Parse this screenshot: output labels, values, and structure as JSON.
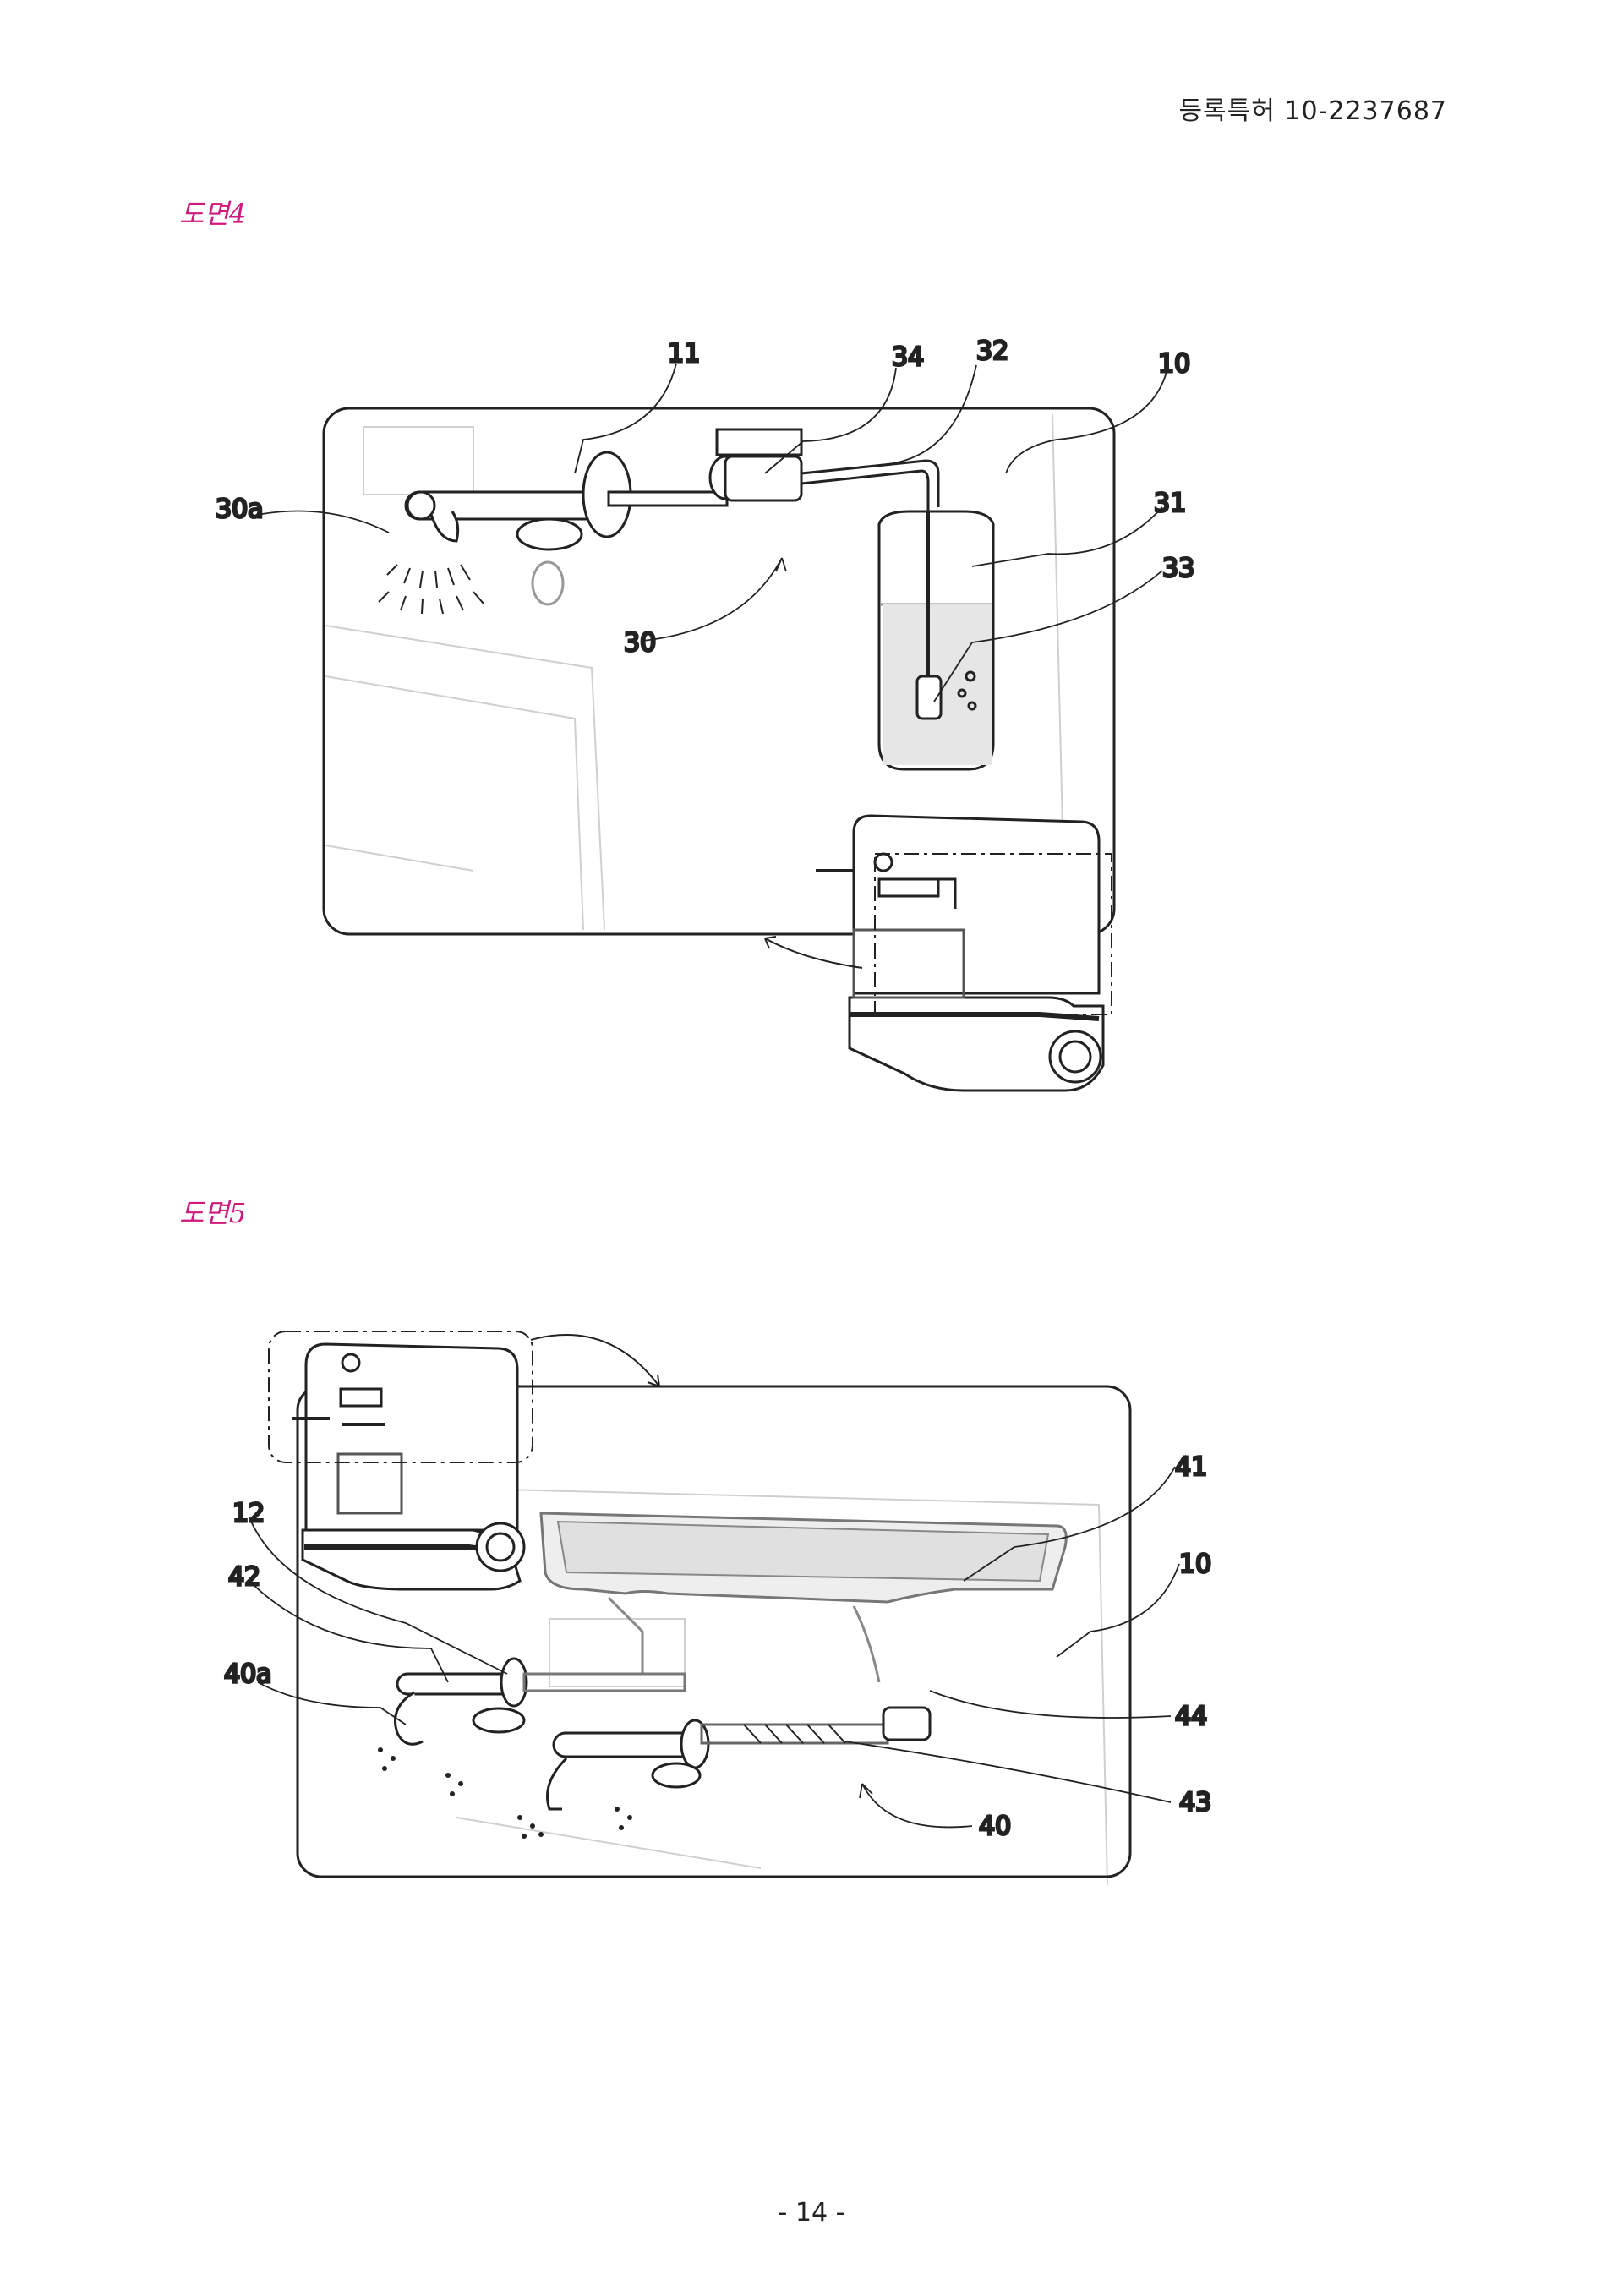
{
  "header": {
    "patent_id": "등록특허 10-2237687"
  },
  "figure4": {
    "title": "도면4",
    "labels": {
      "l11": "11",
      "l34": "34",
      "l32": "32",
      "l10": "10",
      "l30a": "30a",
      "l31": "31",
      "l33": "33",
      "l30": "30"
    }
  },
  "figure5": {
    "title": "도면5",
    "labels": {
      "l41": "41",
      "l12": "12",
      "l10": "10",
      "l42": "42",
      "l40a": "40a",
      "l44": "44",
      "l43": "43",
      "l40": "40"
    }
  },
  "footer": {
    "page_number": "- 14 -"
  }
}
